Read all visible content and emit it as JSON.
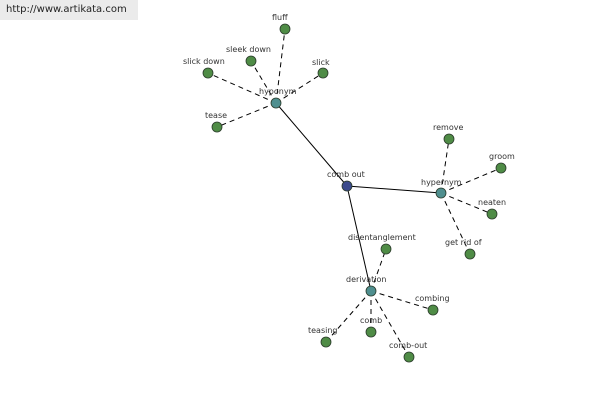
{
  "url": "http://www.artikata.com",
  "colors": {
    "root": "#3b4a8c",
    "relation": "#4f8f8f",
    "leaf": "#4f8c46"
  },
  "nodes": [
    {
      "id": "comb-out",
      "label": "comb out",
      "kind": "root"
    },
    {
      "id": "hyponym",
      "label": "hyponym",
      "kind": "relation"
    },
    {
      "id": "hypernym",
      "label": "hypernym",
      "kind": "relation"
    },
    {
      "id": "derivation",
      "label": "derivation",
      "kind": "relation"
    },
    {
      "id": "fluff",
      "label": "fluff",
      "kind": "leaf"
    },
    {
      "id": "sleek-down",
      "label": "sleek down",
      "kind": "leaf"
    },
    {
      "id": "slick-down",
      "label": "slick down",
      "kind": "leaf"
    },
    {
      "id": "slick",
      "label": "slick",
      "kind": "leaf"
    },
    {
      "id": "tease",
      "label": "tease",
      "kind": "leaf"
    },
    {
      "id": "remove",
      "label": "remove",
      "kind": "leaf"
    },
    {
      "id": "groom",
      "label": "groom",
      "kind": "leaf"
    },
    {
      "id": "neaten",
      "label": "neaten",
      "kind": "leaf"
    },
    {
      "id": "get-rid-of",
      "label": "get rid of",
      "kind": "leaf"
    },
    {
      "id": "disentanglement",
      "label": "disentanglement",
      "kind": "leaf"
    },
    {
      "id": "combing",
      "label": "combing",
      "kind": "leaf"
    },
    {
      "id": "teasing",
      "label": "teasing",
      "kind": "leaf"
    },
    {
      "id": "comb",
      "label": "comb",
      "kind": "leaf"
    },
    {
      "id": "comb-out-noun",
      "label": "comb-out",
      "kind": "leaf"
    }
  ],
  "edges": [
    {
      "from": "comb-out",
      "to": "hyponym",
      "style": "solid"
    },
    {
      "from": "comb-out",
      "to": "hypernym",
      "style": "solid"
    },
    {
      "from": "comb-out",
      "to": "derivation",
      "style": "solid"
    },
    {
      "from": "hyponym",
      "to": "fluff",
      "style": "dashed"
    },
    {
      "from": "hyponym",
      "to": "sleek-down",
      "style": "dashed"
    },
    {
      "from": "hyponym",
      "to": "slick-down",
      "style": "dashed"
    },
    {
      "from": "hyponym",
      "to": "slick",
      "style": "dashed"
    },
    {
      "from": "hyponym",
      "to": "tease",
      "style": "dashed"
    },
    {
      "from": "hypernym",
      "to": "remove",
      "style": "dashed"
    },
    {
      "from": "hypernym",
      "to": "groom",
      "style": "dashed"
    },
    {
      "from": "hypernym",
      "to": "neaten",
      "style": "dashed"
    },
    {
      "from": "hypernym",
      "to": "get-rid-of",
      "style": "dashed"
    },
    {
      "from": "derivation",
      "to": "disentanglement",
      "style": "dashed"
    },
    {
      "from": "derivation",
      "to": "combing",
      "style": "dashed"
    },
    {
      "from": "derivation",
      "to": "teasing",
      "style": "dashed"
    },
    {
      "from": "derivation",
      "to": "comb",
      "style": "dashed"
    },
    {
      "from": "derivation",
      "to": "comb-out-noun",
      "style": "dashed"
    }
  ]
}
